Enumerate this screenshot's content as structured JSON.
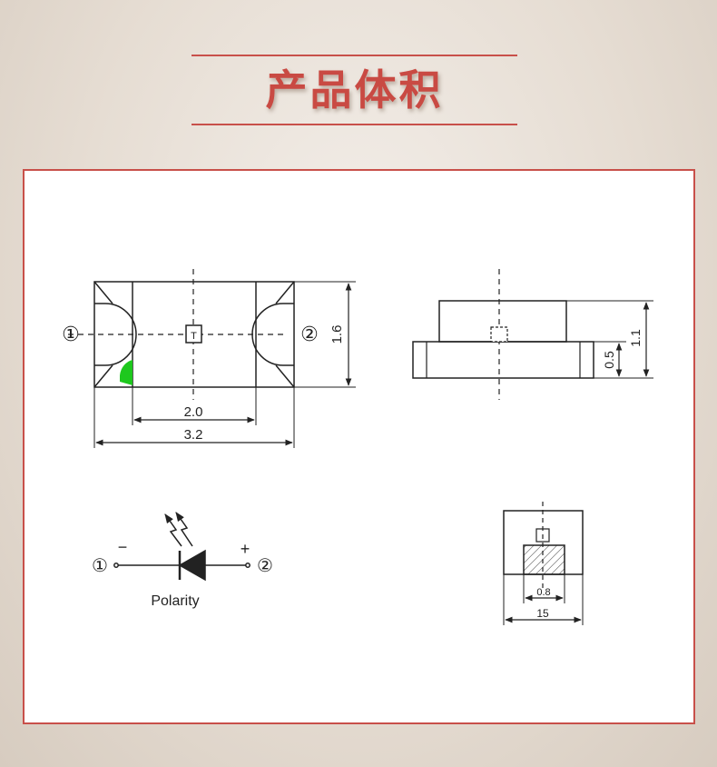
{
  "header": {
    "title": "产品体积"
  },
  "colors": {
    "accent": "#c8504a",
    "title": "#c94a43",
    "led_marker": "#1ec81e"
  },
  "top_view": {
    "pin1": "①",
    "pin2": "②",
    "center_mark": "T",
    "dim_height": "1.6",
    "dim_inner_width": "2.0",
    "dim_outer_width": "3.2"
  },
  "side_view": {
    "dim_total": "1.1",
    "dim_base": "0.5"
  },
  "symbol": {
    "pin1": "①",
    "pin2": "②",
    "minus": "−",
    "plus": "+",
    "label": "Polarity"
  },
  "end_view": {
    "dim_pad": "0.8",
    "dim_width": "15"
  }
}
